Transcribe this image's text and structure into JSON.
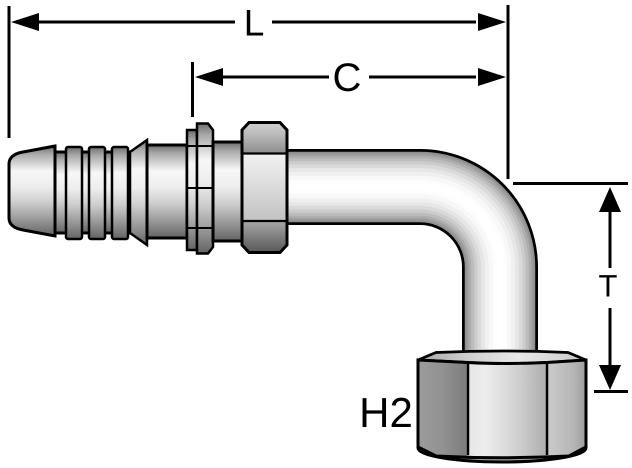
{
  "diagram": {
    "labels": {
      "overall_length": "L",
      "cutoff_length": "C",
      "drop_height": "T",
      "hex_size": "H2"
    },
    "colors": {
      "outline": "#000000",
      "background": "#ffffff",
      "metal_highlight": "#f7f7f7",
      "metal_shadow": "#636363",
      "nut_face": "#cfcfcf"
    }
  }
}
